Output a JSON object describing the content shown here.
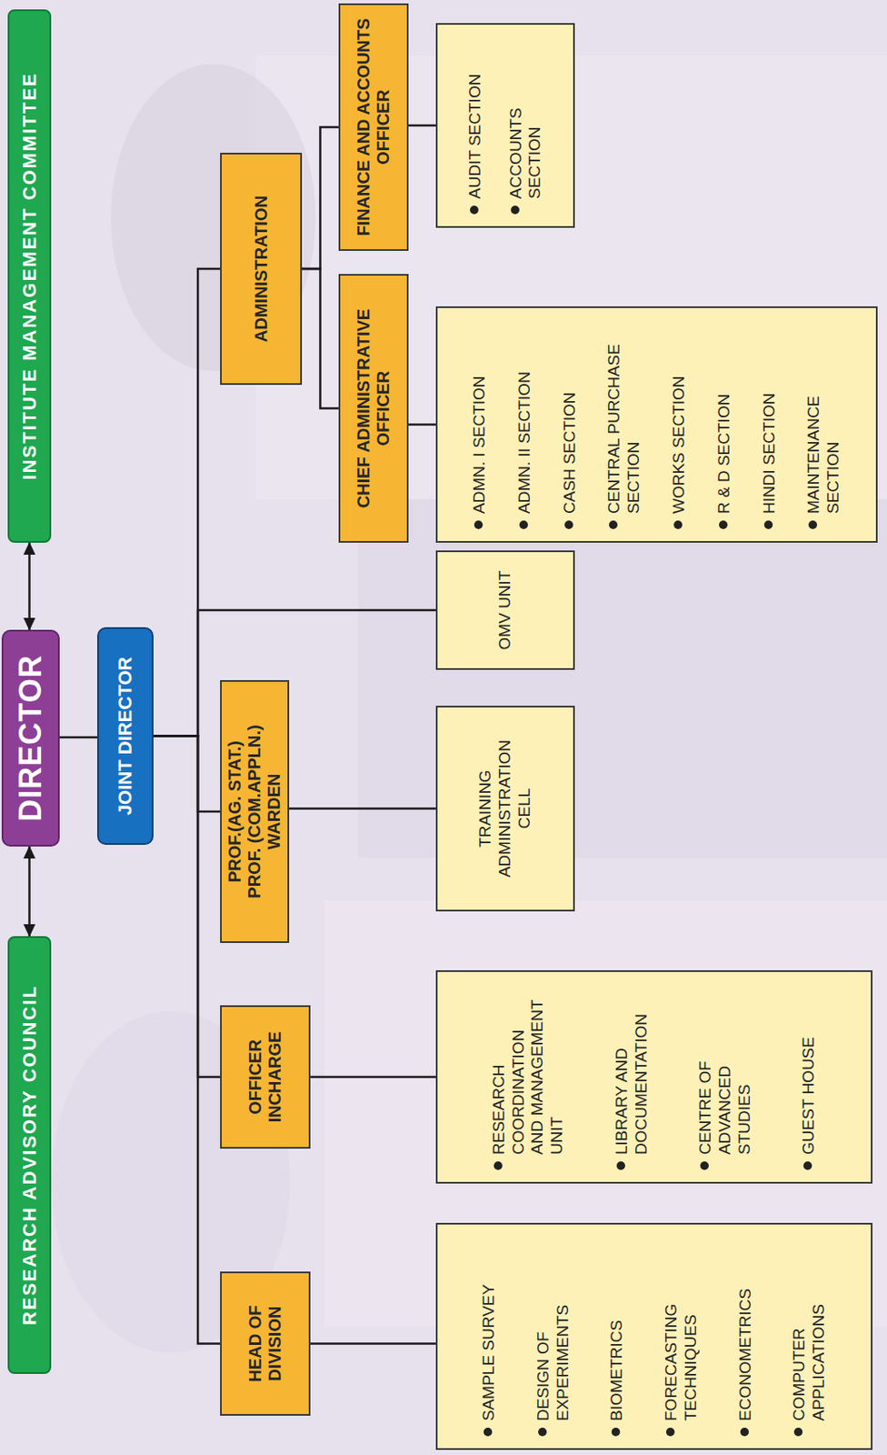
{
  "diagram": {
    "nodes": [
      {
        "text": [
          "RESEARCH ADVISORY COUNCIL"
        ]
      },
      {
        "text": [
          "DIRECTOR"
        ]
      },
      {
        "text": [
          "INSTITUTE MANAGEMENT COMMITTEE"
        ]
      },
      {
        "text": [
          "JOINT DIRECTOR"
        ]
      },
      {
        "text": [
          "HEAD OF DIVISION"
        ]
      },
      {
        "text": [
          "OFFICER INCHARGE"
        ]
      },
      {
        "text": [
          "PROF.(AG. STAT.)",
          "PROF. (COM.APPLN.)",
          "WARDEN"
        ]
      },
      {
        "text": [
          "ADMINISTRATION"
        ]
      },
      {
        "text": [
          "CHIEF ADMINISTRATIVE OFFICER"
        ]
      },
      {
        "text": [
          "FINANCE AND ACCOUNTS OFFICER"
        ]
      },
      {
        "text": [
          "SAMPLE SURVEY",
          "DESIGN OF EXPERIMENTS",
          "BIOMETRICS",
          "FORECASTING TECHNIQUES",
          "ECONOMETRICS",
          "COMPUTER APPLICATIONS"
        ]
      },
      {
        "text": [
          "RESEARCH COORDINATION AND MANAGEMENT UNIT",
          "LIBRARY AND DOCUMENTATION",
          "CENTRE OF ADVANCED STUDIES",
          "GUEST HOUSE"
        ]
      },
      {
        "text": [
          "TRAINING ADMINISTRATION CELL"
        ]
      },
      {
        "text": [
          "OMV UNIT"
        ]
      },
      {
        "text": [
          "ADMN. I SECTION",
          "ADMN. II SECTION",
          "CASH SECTION",
          "CENTRAL PURCHASE SECTION",
          "WORKS SECTION",
          "R & D SECTION",
          "HINDI SECTION",
          "MAINTENANCE SECTION"
        ]
      },
      {
        "text": [
          "AUDIT SECTION",
          "ACCOUNTS SECTION"
        ]
      }
    ],
    "edges": [
      {
        "from": 0,
        "to": 1,
        "arrow": "both"
      },
      {
        "from": 1,
        "to": 2,
        "arrow": "both"
      },
      {
        "from": 1,
        "to": 3,
        "arrow": "none"
      },
      {
        "from": 3,
        "to": 4,
        "arrow": "none"
      },
      {
        "from": 3,
        "to": 5,
        "arrow": "none"
      },
      {
        "from": 3,
        "to": 6,
        "arrow": "none"
      },
      {
        "from": 3,
        "to": 13,
        "arrow": "none"
      },
      {
        "from": 3,
        "to": 7,
        "arrow": "none"
      },
      {
        "from": 7,
        "to": 8,
        "arrow": "none"
      },
      {
        "from": 7,
        "to": 9,
        "arrow": "none"
      },
      {
        "from": 4,
        "to": 10,
        "arrow": "none"
      },
      {
        "from": 5,
        "to": 11,
        "arrow": "none"
      },
      {
        "from": 6,
        "to": 12,
        "arrow": "none"
      },
      {
        "from": 8,
        "to": 14,
        "arrow": "none"
      },
      {
        "from": 9,
        "to": 15,
        "arrow": "none"
      }
    ]
  }
}
